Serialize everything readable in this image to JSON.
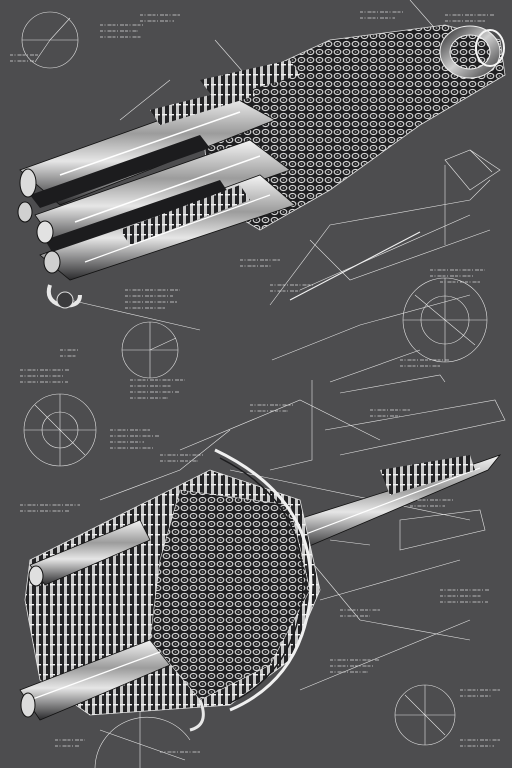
{
  "image": {
    "palette": {
      "background": "#4d4d4f",
      "ink": "#f0f0f0",
      "metal_light": "#d9d9d9",
      "metal_dark": "#1c1c1e"
    },
    "objects": [
      "upper-spacecraft",
      "lower-spacecraft",
      "construction-lines",
      "circular-diagrams",
      "handwritten-annotations"
    ]
  }
}
